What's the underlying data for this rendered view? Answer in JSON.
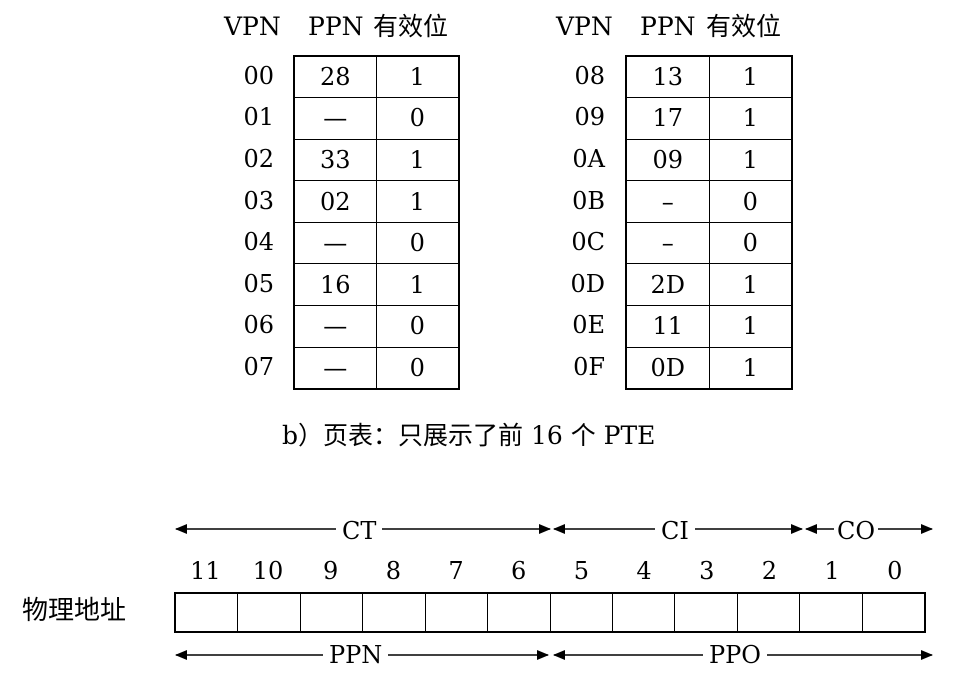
{
  "page_table": {
    "headers": {
      "vpn": "VPN",
      "ppn": "PPN",
      "valid": "有效位"
    },
    "left": [
      {
        "vpn": "00",
        "ppn": "28",
        "valid": "1"
      },
      {
        "vpn": "01",
        "ppn": "—",
        "valid": "0"
      },
      {
        "vpn": "02",
        "ppn": "33",
        "valid": "1"
      },
      {
        "vpn": "03",
        "ppn": "02",
        "valid": "1"
      },
      {
        "vpn": "04",
        "ppn": "—",
        "valid": "0"
      },
      {
        "vpn": "05",
        "ppn": "16",
        "valid": "1"
      },
      {
        "vpn": "06",
        "ppn": "—",
        "valid": "0"
      },
      {
        "vpn": "07",
        "ppn": "—",
        "valid": "0"
      }
    ],
    "right": [
      {
        "vpn": "08",
        "ppn": "13",
        "valid": "1"
      },
      {
        "vpn": "09",
        "ppn": "17",
        "valid": "1"
      },
      {
        "vpn": "0A",
        "ppn": "09",
        "valid": "1"
      },
      {
        "vpn": "0B",
        "ppn": "–",
        "valid": "0"
      },
      {
        "vpn": "0C",
        "ppn": "–",
        "valid": "0"
      },
      {
        "vpn": "0D",
        "ppn": "2D",
        "valid": "1"
      },
      {
        "vpn": "0E",
        "ppn": "11",
        "valid": "1"
      },
      {
        "vpn": "0F",
        "ppn": "0D",
        "valid": "1"
      }
    ],
    "caption": "b）页表：只展示了前 16 个 PTE"
  },
  "physical_address": {
    "label": "物理地址",
    "bit_numbers": [
      "11",
      "10",
      "9",
      "8",
      "7",
      "6",
      "5",
      "4",
      "3",
      "2",
      "1",
      "0"
    ],
    "top_fields": {
      "ct": "CT",
      "ci": "CI",
      "co": "CO"
    },
    "bottom_fields": {
      "ppn": "PPN",
      "ppo": "PPO"
    }
  }
}
